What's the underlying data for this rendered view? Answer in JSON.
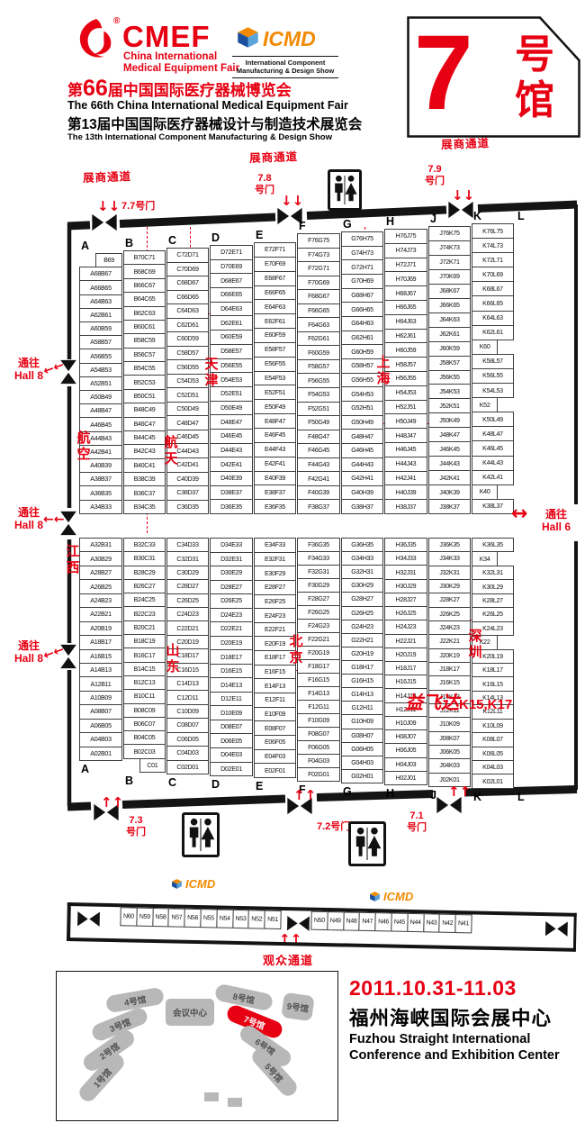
{
  "header": {
    "cmef": {
      "name": "CMEF",
      "reg": "®",
      "tagline1": "China International",
      "tagline2": "Medical Equipment Fair"
    },
    "icmd": {
      "name": "ICMD",
      "tagline1": "International Component",
      "tagline2": "Manufacturing & Design Show"
    },
    "title_cn_prefix": "第",
    "title_cn_num": "66",
    "title_cn_rest": "届中国国际医疗器械博览会",
    "title_en": "The 66th China International Medical Equipment Fair",
    "subtitle_cn": "第13届中国国际医疗器械设计与制造技术展览会",
    "subtitle_en": "The 13th International Component Manufacturing & Design Show"
  },
  "hall_badge": {
    "number": "7",
    "suffix": "号\n馆"
  },
  "passages": {
    "exhibitor": "展商通道",
    "visitor": "观众通道",
    "to_hall8": "通往\nHall 8",
    "to_hall6": "通往\nHall 6"
  },
  "doors": {
    "d77": "7.7号门",
    "d78": "7.8\n号门",
    "d79": "7.9\n号门",
    "d73": "7.3\n号门",
    "d72": "7.2号门",
    "d71": "7.1\n号门"
  },
  "regions": {
    "aviation": "航\n空",
    "aerospace": "航\n天",
    "tianjin": "天\n津",
    "shanghai": "上\n海",
    "jiangxi": "江\n西",
    "shandong": "山\n东",
    "beijing": "北\n京",
    "shenzhen": "深\n圳"
  },
  "highlight": {
    "brand": "益飞达",
    "booths": "K15,K17"
  },
  "grid": {
    "column_letters": [
      "A",
      "B",
      "C",
      "D",
      "E",
      "F",
      "G",
      "H",
      "J",
      "K",
      "L"
    ],
    "strips": [
      {
        "id": "AB",
        "upper": [
          "B69",
          "A68B67",
          "A66B65",
          "A64B63",
          "A62B61",
          "A60B59",
          "A58B57",
          "A56B55",
          "A54B53",
          "A52B51",
          "A50B49",
          "A48B47",
          "A46B45",
          "A44B43",
          "A42B41",
          "A40B39",
          "A38B37",
          "A36B35",
          "A34B33"
        ],
        "lower": [
          "A32B31",
          "A30B29",
          "A28B27",
          "A26B25",
          "A24B23",
          "A22B21",
          "A20B19",
          "A18B17",
          "A16B15",
          "A14B13",
          "A12B11",
          "A10B09",
          "A08B07",
          "A06B05",
          "A04B03",
          "A02B01"
        ]
      },
      {
        "id": "BC",
        "upper": [
          "B70C71",
          "B68C69",
          "B66C67",
          "B64C65",
          "B62C63",
          "B60C61",
          "B58C59",
          "B56C57",
          "B54C55",
          "B52C53",
          "B50C51",
          "B48C49",
          "B46C47",
          "B44C45",
          "B42C43",
          "B40C41",
          "B38C39",
          "B36C37",
          "B34C35"
        ],
        "lower": [
          "B32C33",
          "B30C31",
          "B28C29",
          "B26C27",
          "B24C25",
          "B22C23",
          "B20C21",
          "B18C19",
          "B16C17",
          "B14C15",
          "B12C13",
          "B10C11",
          "B08C09",
          "B06C07",
          "B04C05",
          "B02C03",
          "C01"
        ]
      },
      {
        "id": "CD",
        "upper": [
          "C72D71",
          "C70D69",
          "C68D67",
          "C66D65",
          "C64D63",
          "C62D61",
          "C60D59",
          "C58D57",
          "C56D55",
          "C54D53",
          "C52D51",
          "C50D49",
          "C48D47",
          "C46D45",
          "C44D43",
          "C42D41",
          "C40D39",
          "C38D37",
          "C36D35"
        ],
        "lower": [
          "C34D33",
          "C32D31",
          "C30D29",
          "C28D27",
          "C26D25",
          "C24D23",
          "C22D21",
          "C20D19",
          "C18D17",
          "C16D15",
          "C14D13",
          "C12D11",
          "C10D09",
          "C08D07",
          "C06D05",
          "C04D03",
          "C02D01"
        ]
      },
      {
        "id": "DE",
        "upper": [
          "D72E71",
          "D70E69",
          "D68E67",
          "D66E65",
          "D64E63",
          "D62E61",
          "D60E59",
          "D58E57",
          "D56E55",
          "D54E53",
          "D52E51",
          "D50E49",
          "D48E47",
          "D46E45",
          "D44E43",
          "D42E41",
          "D40E39",
          "D38E37",
          "D36E35"
        ],
        "lower": [
          "D34E33",
          "D32E31",
          "D30E29",
          "D28E27",
          "D26E25",
          "D24E23",
          "D22E21",
          "D20E19",
          "D18E17",
          "D16E15",
          "D14E13",
          "D12E11",
          "D10E09",
          "D08E07",
          "D06E05",
          "D04E03",
          "D02E01"
        ]
      },
      {
        "id": "EF",
        "upper": [
          "E72F71",
          "E70F69",
          "E68F67",
          "E66F65",
          "E64F63",
          "E62F61",
          "E60F59",
          "E58F57",
          "E56F55",
          "E54F53",
          "E52F51",
          "E50F49",
          "E48F47",
          "E46F45",
          "E44F43",
          "E42F41",
          "E40F39",
          "E38F37",
          "E36F35"
        ],
        "lower": [
          "E34F33",
          "E32F31",
          "E30F29",
          "E28F27",
          "E26F25",
          "E24F23",
          "E22F21",
          "E20F19",
          "E18F17",
          "E16F15",
          "E14F13",
          "E12F11",
          "E10F09",
          "E08F07",
          "E06F05",
          "E04F03",
          "E02F01"
        ]
      },
      {
        "id": "FG",
        "upper": [
          "F76G75",
          "F74G73",
          "F72G71",
          "F70G69",
          "F68G67",
          "F66G65",
          "F64G63",
          "F62G61",
          "F60G59",
          "F58G57",
          "F56G55",
          "F54G53",
          "F52G51",
          "F50G49",
          "F48G47",
          "F46G45",
          "F44G43",
          "F42G41",
          "F40G39",
          "F38G37"
        ],
        "lower": [
          "F36G35",
          "F34G33",
          "F32G31",
          "F30G29",
          "F28G27",
          "F26G25",
          "F24G23",
          "F22G21",
          "F20G19",
          "F18G17",
          "F16G15",
          "F14G13",
          "F12G11",
          "F10G09",
          "F08G07",
          "F06G05",
          "F04G03",
          "F02G01"
        ]
      },
      {
        "id": "GH",
        "upper": [
          "G76H75",
          "G74H73",
          "G72H71",
          "G70H69",
          "G68H67",
          "G66H65",
          "G64H63",
          "G62H61",
          "G60H59",
          "G58H57",
          "G56H55",
          "G54H53",
          "G52H51",
          "G50H49",
          "G48H47",
          "G46H45",
          "G44H43",
          "G42H41",
          "G40H39",
          "G38H37"
        ],
        "lower": [
          "G36H35",
          "G34H33",
          "G32H31",
          "G30H29",
          "G28H27",
          "G26H25",
          "G24H23",
          "G22H21",
          "G20H19",
          "G18H17",
          "G16H15",
          "G14H13",
          "G12H11",
          "G10H09",
          "G08H07",
          "G06H05",
          "G04H03",
          "G02H01"
        ]
      },
      {
        "id": "HJ",
        "upper": [
          "H76J75",
          "H74J73",
          "H72J71",
          "H70J69",
          "H68J67",
          "H66J65",
          "H64J63",
          "H62J61",
          "H60J59",
          "H58J57",
          "H56J55",
          "H54J53",
          "H52J51",
          "H50J49",
          "H48J47",
          "H46J45",
          "H44J43",
          "H42J41",
          "H40J39",
          "H38J37"
        ],
        "lower": [
          "H36J35",
          "H34J33",
          "H32J31",
          "H30J29",
          "H28J27",
          "H26J25",
          "H24J23",
          "H22J21",
          "H20J19",
          "H18J17",
          "H16J15",
          "H14J13",
          "H12J11",
          "H10J09",
          "H08J07",
          "H06J05",
          "H04J03",
          "H02J01"
        ]
      },
      {
        "id": "JK",
        "upper": [
          "J76K75",
          "J74K73",
          "J72K71",
          "J70K69",
          "J68K67",
          "J66K65",
          "J64K63",
          "J62K61",
          "J60K59",
          "J58K57",
          "J56K55",
          "J54K53",
          "J52K51",
          "J50K49",
          "J48K47",
          "J46K45",
          "J44K43",
          "J42K41",
          "J40K39",
          "J38K37"
        ],
        "lower": [
          "J36K35",
          "J34K33",
          "J32K31",
          "J30K29",
          "J28K27",
          "J26K25",
          "J24K23",
          "J22K21",
          "J20K19",
          "J18K17",
          "J16K15",
          "J14K13",
          "J12K11",
          "J10K09",
          "J08K07",
          "J06K05",
          "J04K03",
          "J02K01"
        ]
      },
      {
        "id": "KL",
        "upper": [
          "K76L75",
          "K74L73",
          "K72L71",
          "K70L69",
          "K68L67",
          "K66L65",
          "K64L63",
          "K62L61",
          "K60",
          "K58L57",
          "K56L55",
          "K54L53",
          "K52",
          "K50L49",
          "K48L47",
          "K46L45",
          "K44L43",
          "K42L41",
          "K40",
          "K38L37"
        ],
        "lower": [
          "K36L35",
          "K34",
          "K32L31",
          "K30L29",
          "K28L27",
          "K26L25",
          "K24L23",
          "K22",
          "K20L19",
          "K18L17",
          "K16L15",
          "K14L13",
          "K12L11",
          "K10L09",
          "K08L07",
          "K06L05",
          "K04L03",
          "K02L01"
        ]
      }
    ]
  },
  "n_booths": {
    "left": [
      "N60",
      "N59",
      "N58",
      "N57",
      "N56",
      "N55",
      "N54",
      "N53",
      "N52",
      "N51"
    ],
    "right": [
      "N50",
      "N49",
      "N48",
      "N47",
      "N46",
      "N45",
      "N44",
      "N43",
      "N42",
      "N41"
    ]
  },
  "minimap": {
    "halls": [
      "1号馆",
      "2号馆",
      "3号馆",
      "4号馆",
      "会议中心",
      "8号馆",
      "7号馆",
      "9号馆",
      "6号馆",
      "5号馆"
    ],
    "highlighted": "7号馆"
  },
  "footer": {
    "dates": "2011.10.31-11.03",
    "venue_cn": "福州海峡国际会展中心",
    "venue_en1": "Fuzhou Straight International",
    "venue_en2": "Conference and Exhibition Center"
  },
  "colors": {
    "accent": "#e60012",
    "icmd_orange": "#f18a00",
    "icmd_blue": "#1a4f9c",
    "hall_gray": "#b8b8b8"
  }
}
